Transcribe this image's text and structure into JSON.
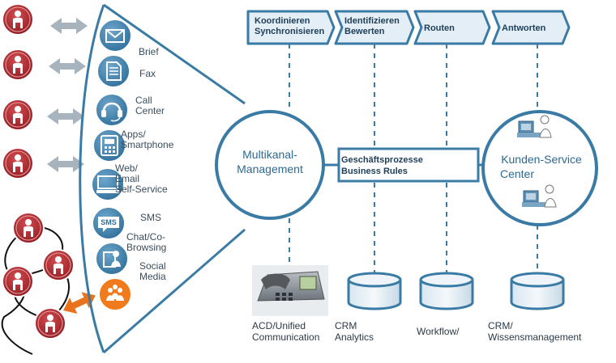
{
  "channels": [
    {
      "id": "brief",
      "label_lines": [
        "Brief"
      ],
      "icon": "envelope-icon"
    },
    {
      "id": "fax",
      "label_lines": [
        "Fax"
      ],
      "icon": "document-icon"
    },
    {
      "id": "callcenter",
      "label_lines": [
        "Call",
        "Center"
      ],
      "icon": "headset-icon"
    },
    {
      "id": "apps",
      "label_lines": [
        "Apps/",
        "Smartphone"
      ],
      "icon": "phone-icon"
    },
    {
      "id": "web",
      "label_lines": [
        "Web/",
        "Email",
        "Self-Service"
      ],
      "icon": "computer-icon"
    },
    {
      "id": "sms",
      "label_lines": [
        "SMS"
      ],
      "icon": "sms-icon"
    },
    {
      "id": "chat",
      "label_lines": [
        "Chat/Co-",
        "Browsing"
      ],
      "icon": "chat-icon"
    },
    {
      "id": "social",
      "label_lines": [
        "Social",
        "Media"
      ],
      "icon": "social-media-icon"
    }
  ],
  "process_steps": [
    {
      "label_lines": [
        "Koordinieren",
        "Synchronisieren"
      ]
    },
    {
      "label_lines": [
        "Identifizieren",
        "Bewerten"
      ]
    },
    {
      "label_lines": [
        "Routen"
      ]
    },
    {
      "label_lines": [
        "Antworten"
      ]
    }
  ],
  "multikanal": {
    "label_lines": [
      "Multikanal-",
      "Management"
    ]
  },
  "business_process": {
    "label_lines": [
      "Geschäftsprozesse",
      "Business Rules"
    ]
  },
  "kundenservice": {
    "label_lines": [
      "Kunden-Service",
      "Center"
    ]
  },
  "systems": [
    {
      "label_lines": [
        "ACD/Unified",
        "Communication"
      ]
    },
    {
      "label_lines": [
        "CRM",
        "Analytics"
      ]
    },
    {
      "label_lines": [
        "Workflow/"
      ]
    },
    {
      "label_lines": [
        "CRM/",
        "Wissensmanagement"
      ]
    }
  ],
  "colors": {
    "primary": "#3a7ba6",
    "step_fill": "#e3eef6",
    "person": "#b3262d",
    "arrow_gray": "#a7b3bd",
    "arrow_orange": "#e8731c",
    "social": "#f07a1c"
  }
}
